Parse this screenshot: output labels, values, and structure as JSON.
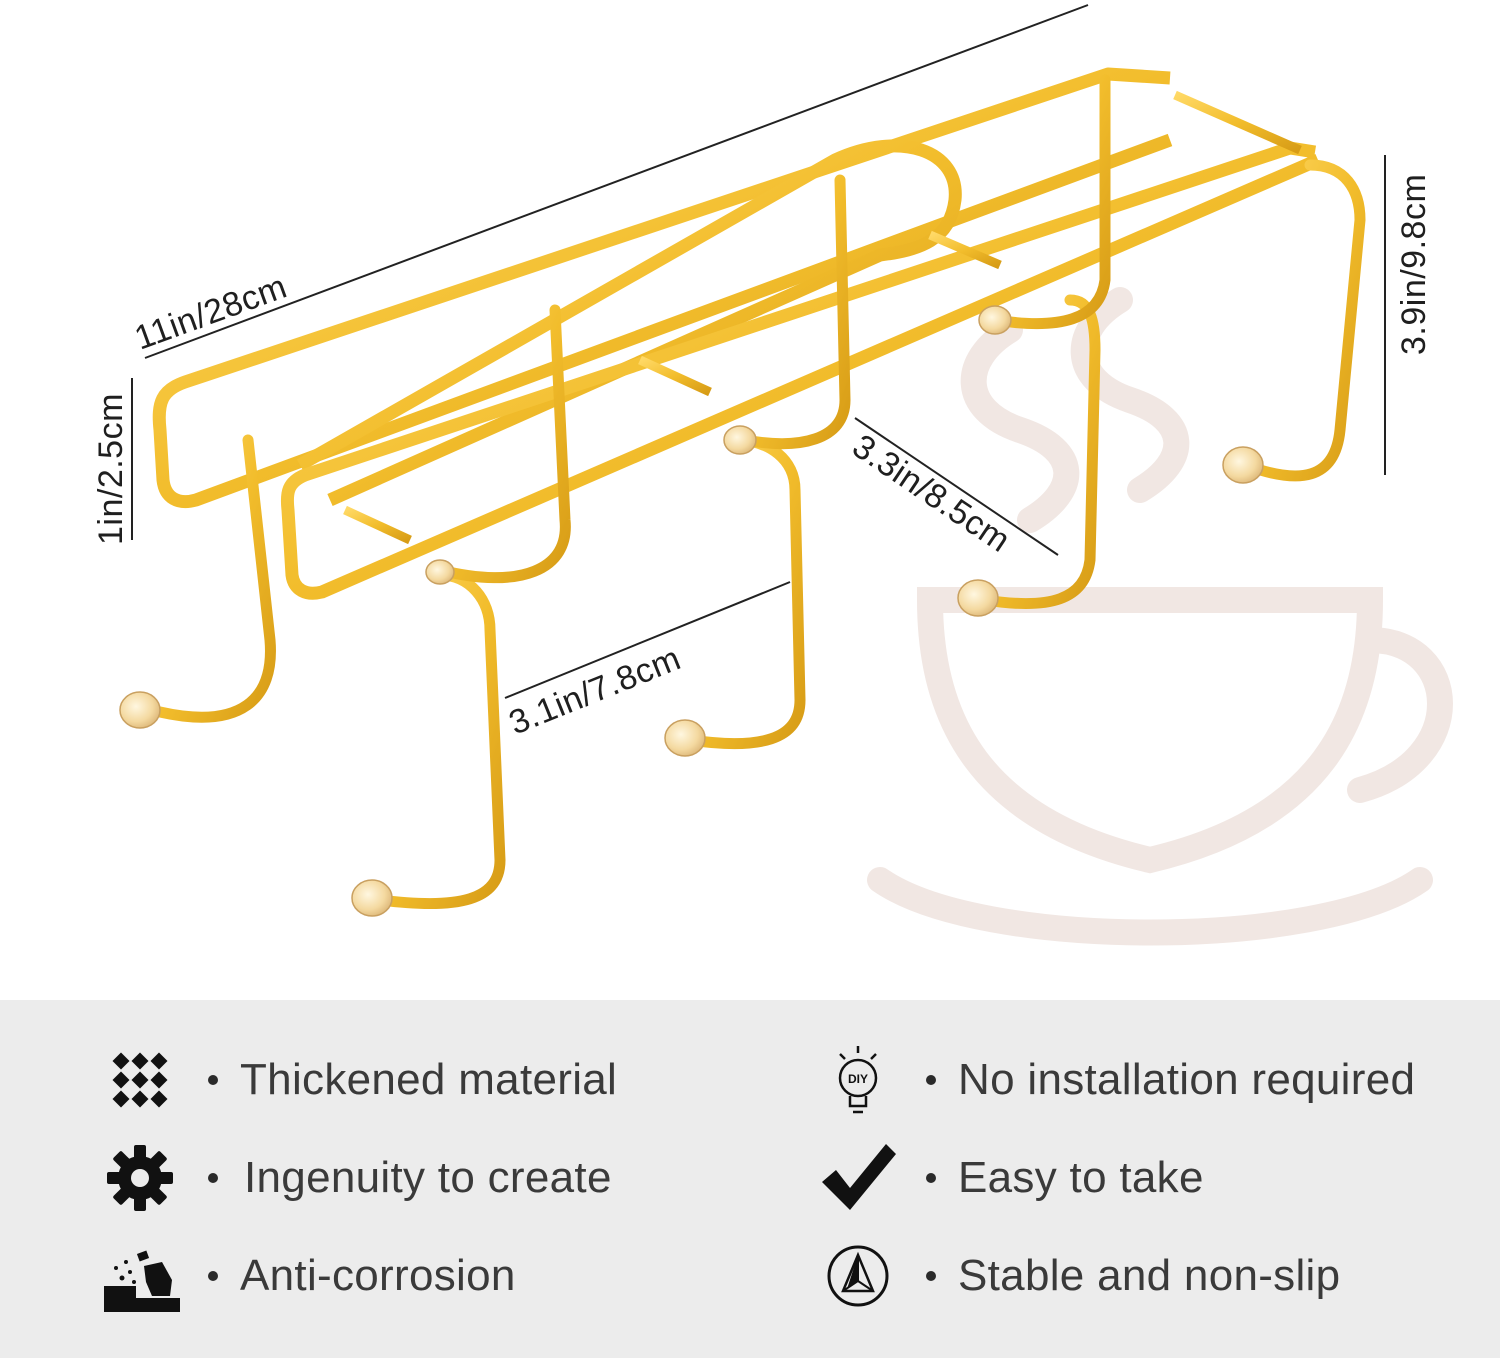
{
  "dimensions": {
    "length": "11in/28cm",
    "height_small": "1in/2.5cm",
    "height_total": "3.9in/9.8cm",
    "width_depth": "3.3in/8.5cm",
    "hook_spacing": "3.1in/7.8cm"
  },
  "colors": {
    "gold": "#f2bd2c",
    "gold_dark": "#c9921a",
    "panel": "#ececec",
    "text": "#3a3a3a"
  },
  "features": {
    "left": [
      {
        "icon": "diamond-grid-icon",
        "label": "Thickened material"
      },
      {
        "icon": "gear-icon",
        "label": "Ingenuity to create"
      },
      {
        "icon": "spray-corrosion-icon",
        "label": "Anti-corrosion"
      }
    ],
    "right": [
      {
        "icon": "diy-bulb-icon",
        "icon_text": "DIY",
        "label": "No installation required"
      },
      {
        "icon": "checkmark-icon",
        "label": "Easy to take"
      },
      {
        "icon": "triangle-circle-icon",
        "label": "Stable and non-slip"
      }
    ]
  }
}
